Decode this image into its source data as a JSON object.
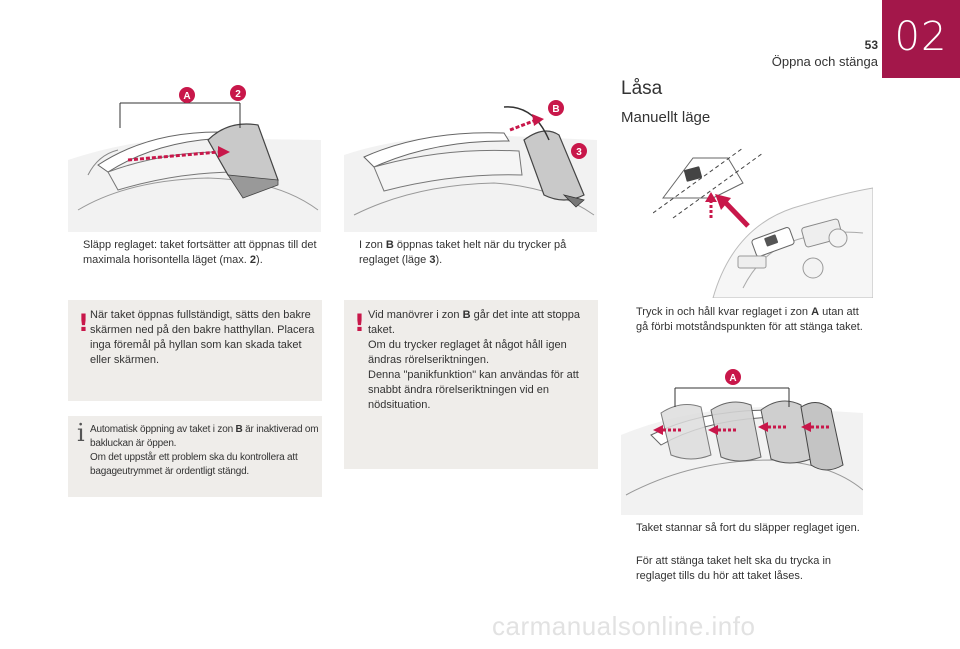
{
  "header": {
    "page_number": "53",
    "section_title": "Öppna och stänga",
    "chapter_number": "02"
  },
  "colors": {
    "accent": "#a3174a",
    "callout": "#c8174a",
    "note_bg": "#efedea"
  },
  "figures": {
    "fig1": {
      "labels": [
        "A",
        "2"
      ]
    },
    "fig2": {
      "labels": [
        "B",
        "3"
      ]
    },
    "fig3": {
      "labels": []
    },
    "fig4": {
      "labels": [
        "A"
      ]
    }
  },
  "col1": {
    "bullet_1": {
      "mark": "",
      "pre": "Släpp reglaget: taket fortsätter att öppnas till det maximala horisontella läget (max. ",
      "bold": "2",
      "post": ")."
    },
    "warning": {
      "icon": "!",
      "text": "När taket öppnas fullständigt, sätts den bakre skärmen ned på den bakre hatthyllan. Placera inga föremål på hyllan som kan skada taket eller skärmen."
    },
    "info": {
      "icon": "i",
      "line1_pre": "Automatisk öppning av taket i zon ",
      "line1_bold": "B",
      "line1_post": " är inaktiverad om bakluckan är öppen.",
      "line2": "Om det uppstår ett problem ska du kontrollera att bagageutrymmet är ordentligt stängd."
    }
  },
  "col2": {
    "bullet_1": {
      "mark": "",
      "pre": "I zon ",
      "bold": "B",
      "mid": " öppnas taket helt när du trycker på reglaget (läge ",
      "bold2": "3",
      "post": ")."
    },
    "warning": {
      "icon": "!",
      "line1_pre": "Vid manövrer i zon ",
      "line1_bold": "B",
      "line1_post": " går det inte att stoppa taket.",
      "line2": "Om du trycker reglaget åt något håll igen ändras rörelseriktningen.",
      "line3": "Denna \"panikfunktion\" kan användas för att snabbt ändra rörelseriktningen vid en nödsituation."
    }
  },
  "col3": {
    "heading": "Låsa",
    "subheading": "Manuellt läge",
    "bullet_1": {
      "mark": "",
      "pre": "Tryck in och håll kvar reglaget i zon ",
      "bold": "A",
      "post": " utan att gå förbi motståndspunkten för att stänga taket."
    },
    "bullet_2": {
      "mark": "",
      "text": "Taket stannar så fort du släpper reglaget igen."
    },
    "bullet_3": {
      "mark": "",
      "text": "För att stänga taket helt ska du trycka in reglaget tills du hör att taket låses."
    }
  },
  "watermark": "carmanualsonline.info"
}
